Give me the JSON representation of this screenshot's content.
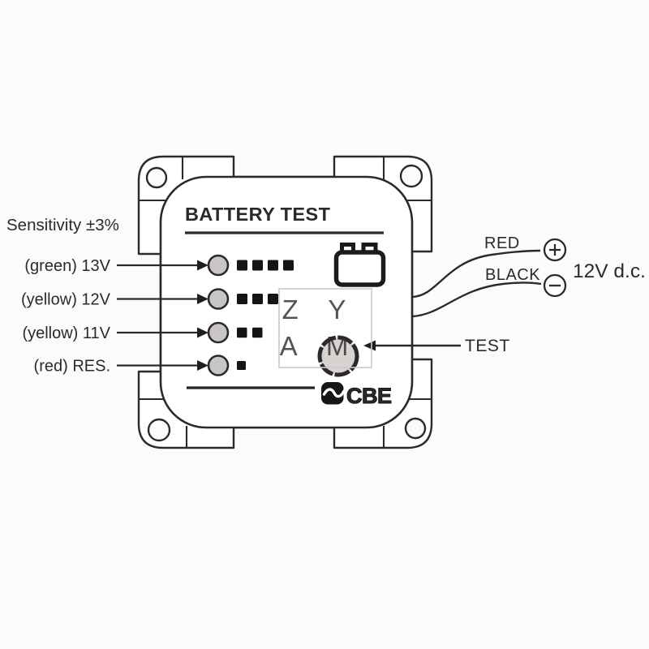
{
  "panel": {
    "title": "BATTERY TEST",
    "brand": "CBE",
    "test_button_label": "TEST",
    "sensitivity_label": "Sensitivity ±3%",
    "led_rows": [
      {
        "label": "(green) 13V",
        "color_name": "green",
        "voltage": "13V",
        "bars": 4
      },
      {
        "label": "(yellow) 12V",
        "color_name": "yellow",
        "voltage": "12V",
        "bars": 3
      },
      {
        "label": "(yellow) 11V",
        "color_name": "yellow",
        "voltage": "11V",
        "bars": 2
      },
      {
        "label": "(red) RES.",
        "color_name": "red",
        "voltage": "RES.",
        "bars": 1
      }
    ]
  },
  "wiring": {
    "red_wire_label": "RED",
    "black_wire_label": "BLACK",
    "plus_terminal": "+",
    "minus_terminal": "−",
    "supply_label": "12V d.c."
  },
  "watermark": {
    "line1": "Z Y",
    "line2": "A M"
  },
  "colors": {
    "line": "#2a2a2a",
    "led_fill": "#c8c5c4",
    "button_fill": "#d8d3d0",
    "bar_fill": "#141414",
    "watermark": "#cfc9c8",
    "paper": "#fcfbfa"
  }
}
